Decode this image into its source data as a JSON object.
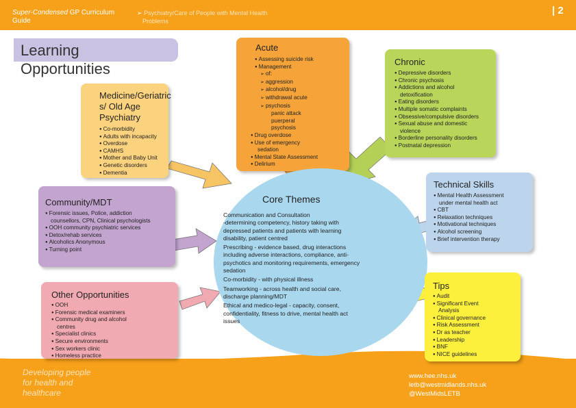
{
  "header": {
    "series_italic": "Super-Condensed",
    "series_rest": " GP Curriculum",
    "series_line2": "Guide",
    "arrow": "➢",
    "topic_line1": "Psychiatry/Care of People with Mental Health",
    "topic_line2": "Problems",
    "page_number": "| 2"
  },
  "learning_opportunities": {
    "line1": "Learning",
    "line2": "Opportunities"
  },
  "medicine": {
    "title_lines": [
      "Medicine/Geriatric",
      "s/ Old Age",
      "Psychiatry"
    ],
    "items": [
      "Co-morbidity",
      "Adults with incapacity",
      "Overdose",
      "CAMHS",
      "Mother and Baby Unit",
      "Genetic disorders",
      "Dementia"
    ]
  },
  "community": {
    "title": "Community/MDT",
    "items": [
      "Forensic issues, Police, addiction",
      "counsellors, CPN, Clinical psychologists",
      "OOH community psychiatric services",
      "Detox/rehab services",
      "Alcoholics Anonymous",
      "Turning point"
    ],
    "bullet_flags": [
      true,
      false,
      true,
      true,
      true,
      true
    ]
  },
  "other": {
    "title": "Other Opportunities",
    "items": [
      "OOH",
      "Forensic medical examiners",
      "Community drug and alcohol",
      "centres",
      "Specialist clinics",
      "Secure environments",
      "Sex workers clinic",
      "Homeless practice"
    ],
    "bullet_flags": [
      true,
      true,
      true,
      false,
      true,
      true,
      true,
      true
    ]
  },
  "acute": {
    "title": "Acute",
    "lines": [
      {
        "t": "Assessing suicide risk",
        "k": "b",
        "i": 6
      },
      {
        "t": "Management",
        "k": "b",
        "i": 6
      },
      {
        "t": "of:",
        "k": "a",
        "i": 14
      },
      {
        "t": "aggression",
        "k": "a",
        "i": 14
      },
      {
        "t": "alcohol/drug",
        "k": "a",
        "i": 14
      },
      {
        "t": "withdrawal acute",
        "k": "a",
        "i": 14
      },
      {
        "t": "psychosis",
        "k": "a",
        "i": 14
      },
      {
        "t": "panic attack",
        "k": "n",
        "i": 30
      },
      {
        "t": "puerperal",
        "k": "n",
        "i": 30
      },
      {
        "t": "psychosis",
        "k": "n",
        "i": 30
      },
      {
        "t": "Drug overdose",
        "k": "b",
        "i": 0
      },
      {
        "t": "Use of emergency",
        "k": "b",
        "i": 0
      },
      {
        "t": "sedation",
        "k": "n",
        "i": 10
      },
      {
        "t": "Mental State Assessment",
        "k": "b",
        "i": 0
      },
      {
        "t": "Delirium",
        "k": "b",
        "i": 0
      }
    ]
  },
  "chronic": {
    "title": "Chronic",
    "items": [
      "Depressive disorders",
      "Chronic psychosis",
      "Addictions and alcohol",
      "detoxification",
      "Eating disorders",
      "Multiple somatic complaints",
      "Obsessive/compulsive disorders",
      "Sexual abuse and domestic",
      "violence",
      "Borderline personality disorders",
      "Postnatal depression"
    ],
    "bullet_flags": [
      true,
      true,
      true,
      false,
      true,
      true,
      true,
      true,
      false,
      true,
      true
    ]
  },
  "technical": {
    "title": "Technical Skills",
    "items": [
      "Mental Health Assessment",
      "under mental health act",
      "CBT",
      "Relaxation techniques",
      "Motivational techniques",
      "Alcohol screening",
      "Brief intervention therapy"
    ],
    "bullet_flags": [
      true,
      false,
      true,
      true,
      true,
      true,
      true
    ]
  },
  "tips": {
    "title": "Tips",
    "items": [
      "Audit",
      "Significant Event",
      "Analysis",
      "Clinical governance",
      "Risk Assessment",
      "Dr as teacher",
      "Leadership",
      "BNF",
      "NICE guidelines"
    ],
    "bullet_flags": [
      true,
      true,
      false,
      true,
      true,
      true,
      true,
      true,
      true
    ]
  },
  "core": {
    "title": "Core Themes",
    "paragraphs": [
      [
        "Communication and Consultation",
        "-determining competency, history taking with",
        "depressed patients and patients with learning",
        "disability, patient centred"
      ],
      [
        "Prescribing - evidence based, drug interactions",
        "including adverse interactions, compliance, anti-",
        "psychotics and monitoring requirements, emergency",
        "sedation"
      ],
      [
        "Co-morbidity - with physical illness"
      ],
      [
        "Teamworking - across health and social care,",
        "discharge planning/MDT"
      ],
      [
        "Ethical and medico-legal - capacity, consent,",
        "confidentiality, fitness to drive, mental health act",
        "issues"
      ]
    ]
  },
  "footer": {
    "slogan": [
      "Developing people",
      "for health and",
      "healthcare"
    ],
    "links": [
      "www.hee.nhs.uk",
      "letb@westmidlands.nhs.uk",
      "@WestMidsLETB"
    ]
  },
  "colors": {
    "orange": "#f7a11a",
    "acute": "#f6a43a",
    "chronic": "#b9d55a",
    "medicine": "#fbd27e",
    "community": "#c2a4cf",
    "other": "#f2aab2",
    "core": "#a9d7ee",
    "technical": "#bcd4ec",
    "tips": "#fdf03c",
    "lavender": "#c9c2e3"
  }
}
